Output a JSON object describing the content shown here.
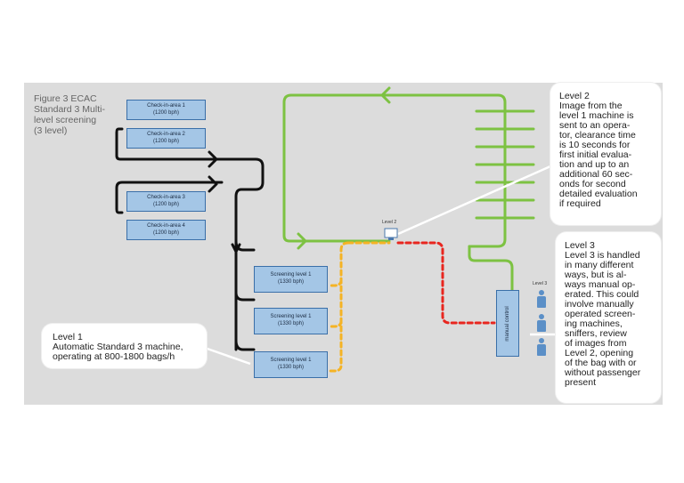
{
  "caption": "Figure 3 ECAC\nStandard 3 Multi-\nlevel screening\n(3 level)",
  "checkin_areas": [
    {
      "name": "Check-in-area 1",
      "rate": "(1200 bph)"
    },
    {
      "name": "Check-in-area 2",
      "rate": "(1200 bph)"
    },
    {
      "name": "Check-in-area 3",
      "rate": "(1200 bph)"
    },
    {
      "name": "Check-in-area 4",
      "rate": "(1200 bph)"
    }
  ],
  "screening": [
    {
      "name": "Screening level 1",
      "rate": "(1330 bph)"
    },
    {
      "name": "Screening level 1",
      "rate": "(1330 bph)"
    },
    {
      "name": "Screening level 1",
      "rate": "(1330 bph)"
    }
  ],
  "manual_control": "manual control",
  "level2_label": "Level 2",
  "level3_label": "Level 3",
  "level1_bubble": "Level 1\nAutomatic Standard 3 machine,\noperating at 800-1800 bags/h",
  "level2_bubble": "Level 2\nImage from the\nlevel 1 machine is\nsent to an opera-\ntor, clearance time\nis 10 seconds for\nfirst initial evalua-\ntion and up to an\nadditional 60 sec-\nonds for second\ndetailed evaluation\nif required",
  "level3_bubble": "Level 3\nLevel 3 is handled\nin many different\nways, but is al-\nways manual op-\nerated. This could\ninvolve manually\noperated screen-\ning machines,\nsniffers, review\nof images from\nLevel 2, opening\nof the bag with or\nwithout passenger\npresent",
  "colors": {
    "background": "#dcdcdc",
    "box_fill": "#a4c6e6",
    "black_line": "#111111",
    "green_line": "#7dc242",
    "orange_line": "#f5b324",
    "red_line": "#e8261f"
  }
}
